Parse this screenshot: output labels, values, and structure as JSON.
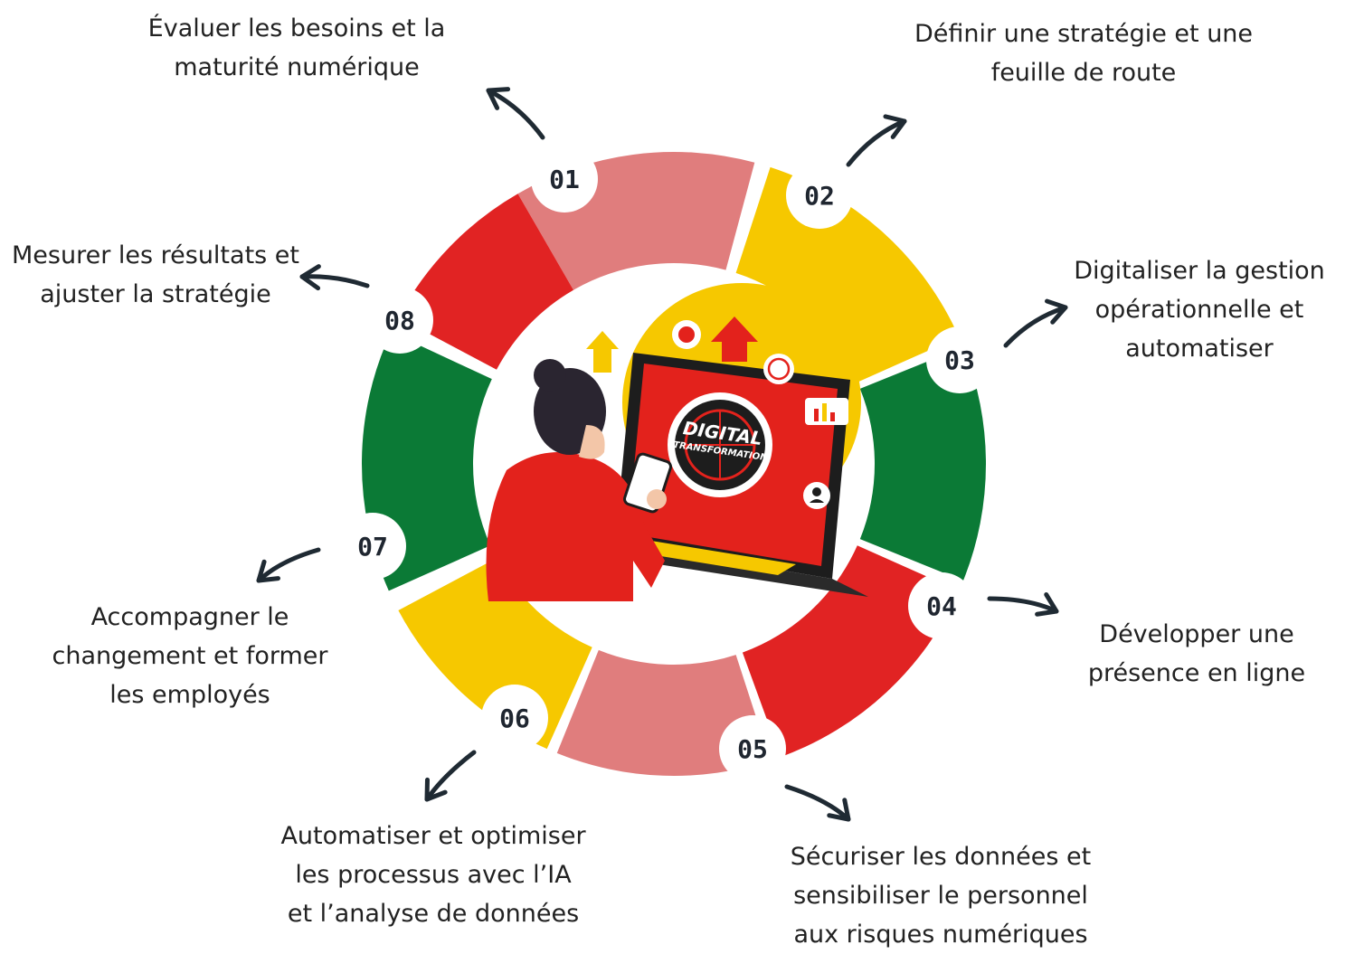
{
  "colors": {
    "pink": "#e07d7d",
    "yellow": "#f6c800",
    "green": "#0b7a36",
    "red": "#e12323",
    "arrow": "#1f2a33",
    "text": "#222222"
  },
  "center": {
    "title_line1": "DIGITAL",
    "title_line2": "TRANSFORMATION",
    "illustration": "woman-with-laptop-digital-transformation"
  },
  "steps": [
    {
      "number": "01",
      "color": "pink",
      "lines": [
        "Évaluer les besoins et la",
        "maturité numérique"
      ]
    },
    {
      "number": "02",
      "color": "yellow",
      "lines": [
        "Définir une stratégie et une",
        "feuille de route"
      ]
    },
    {
      "number": "03",
      "color": "green",
      "lines": [
        "Digitaliser la gestion",
        "opérationnelle et",
        "automatiser"
      ]
    },
    {
      "number": "04",
      "color": "red",
      "lines": [
        "Développer une",
        "présence en ligne"
      ]
    },
    {
      "number": "05",
      "color": "pink",
      "lines": [
        "Sécuriser les données et",
        "sensibiliser le personnel",
        "aux risques numériques"
      ]
    },
    {
      "number": "06",
      "color": "yellow",
      "lines": [
        "Automatiser et optimiser",
        "les processus avec l’IA",
        "et l’analyse de données"
      ]
    },
    {
      "number": "07",
      "color": "green",
      "lines": [
        "Accompagner le",
        "changement et former",
        "les employés"
      ]
    },
    {
      "number": "08",
      "color": "red",
      "lines": [
        "Mesurer les résultats et",
        "ajuster la stratégie"
      ]
    }
  ]
}
